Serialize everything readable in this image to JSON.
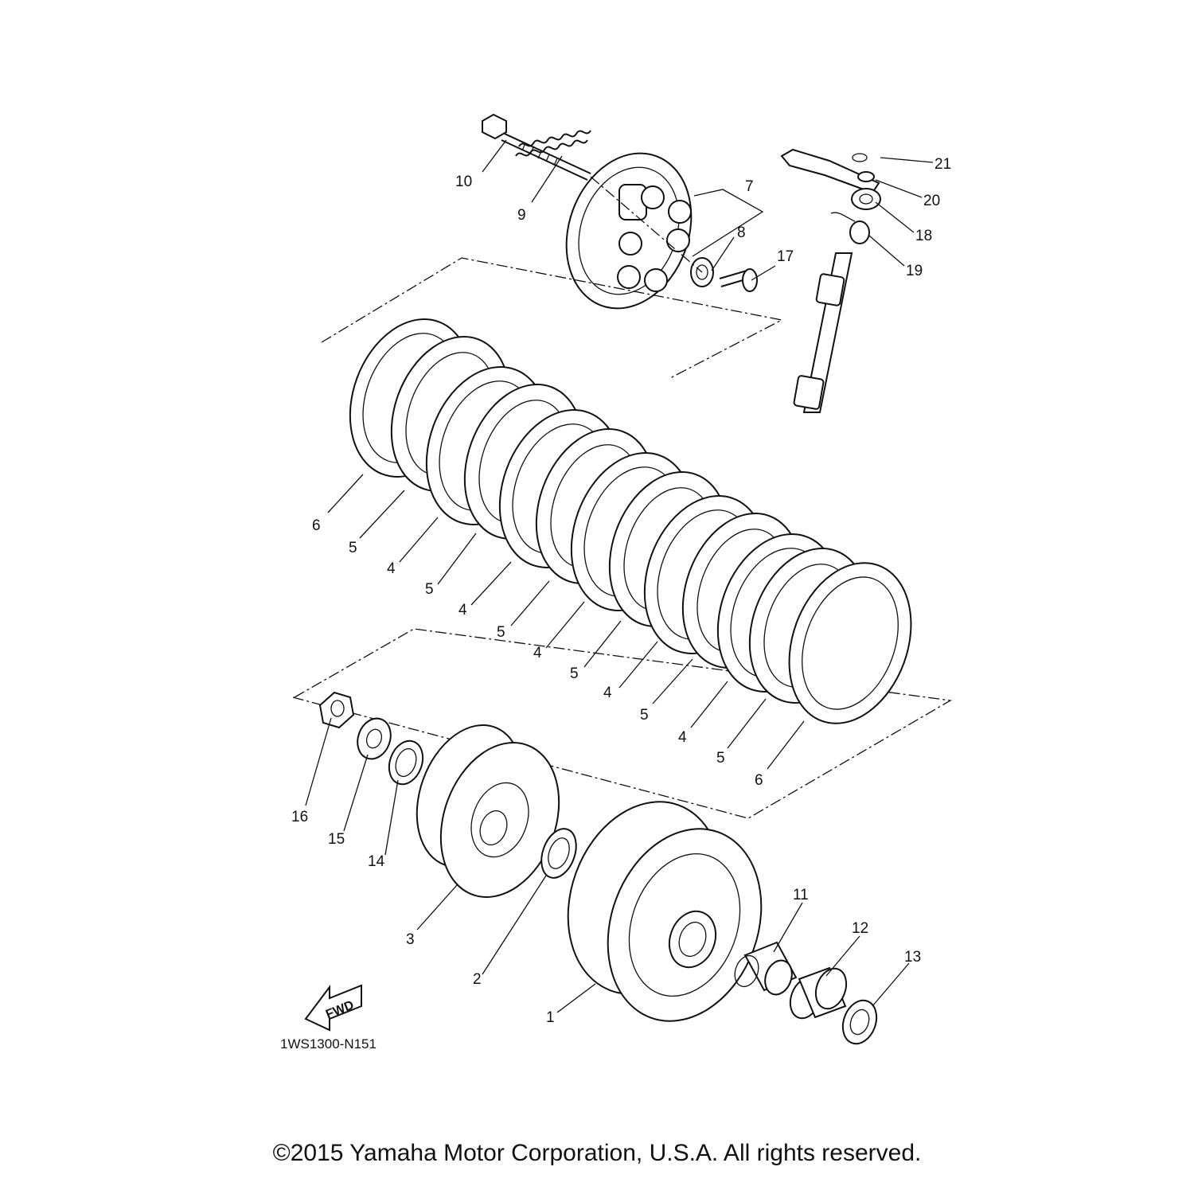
{
  "diagram": {
    "part_numbers": [
      "1",
      "2",
      "3",
      "4",
      "5",
      "6",
      "7",
      "8",
      "9",
      "10",
      "11",
      "12",
      "13",
      "14",
      "15",
      "16",
      "17",
      "18",
      "19",
      "20",
      "21"
    ],
    "ref_code": "1WS1300-N151",
    "fwd_label": "FWD",
    "copyright": "©2015 Yamaha Motor Corporation, U.S.A. All rights reserved."
  }
}
